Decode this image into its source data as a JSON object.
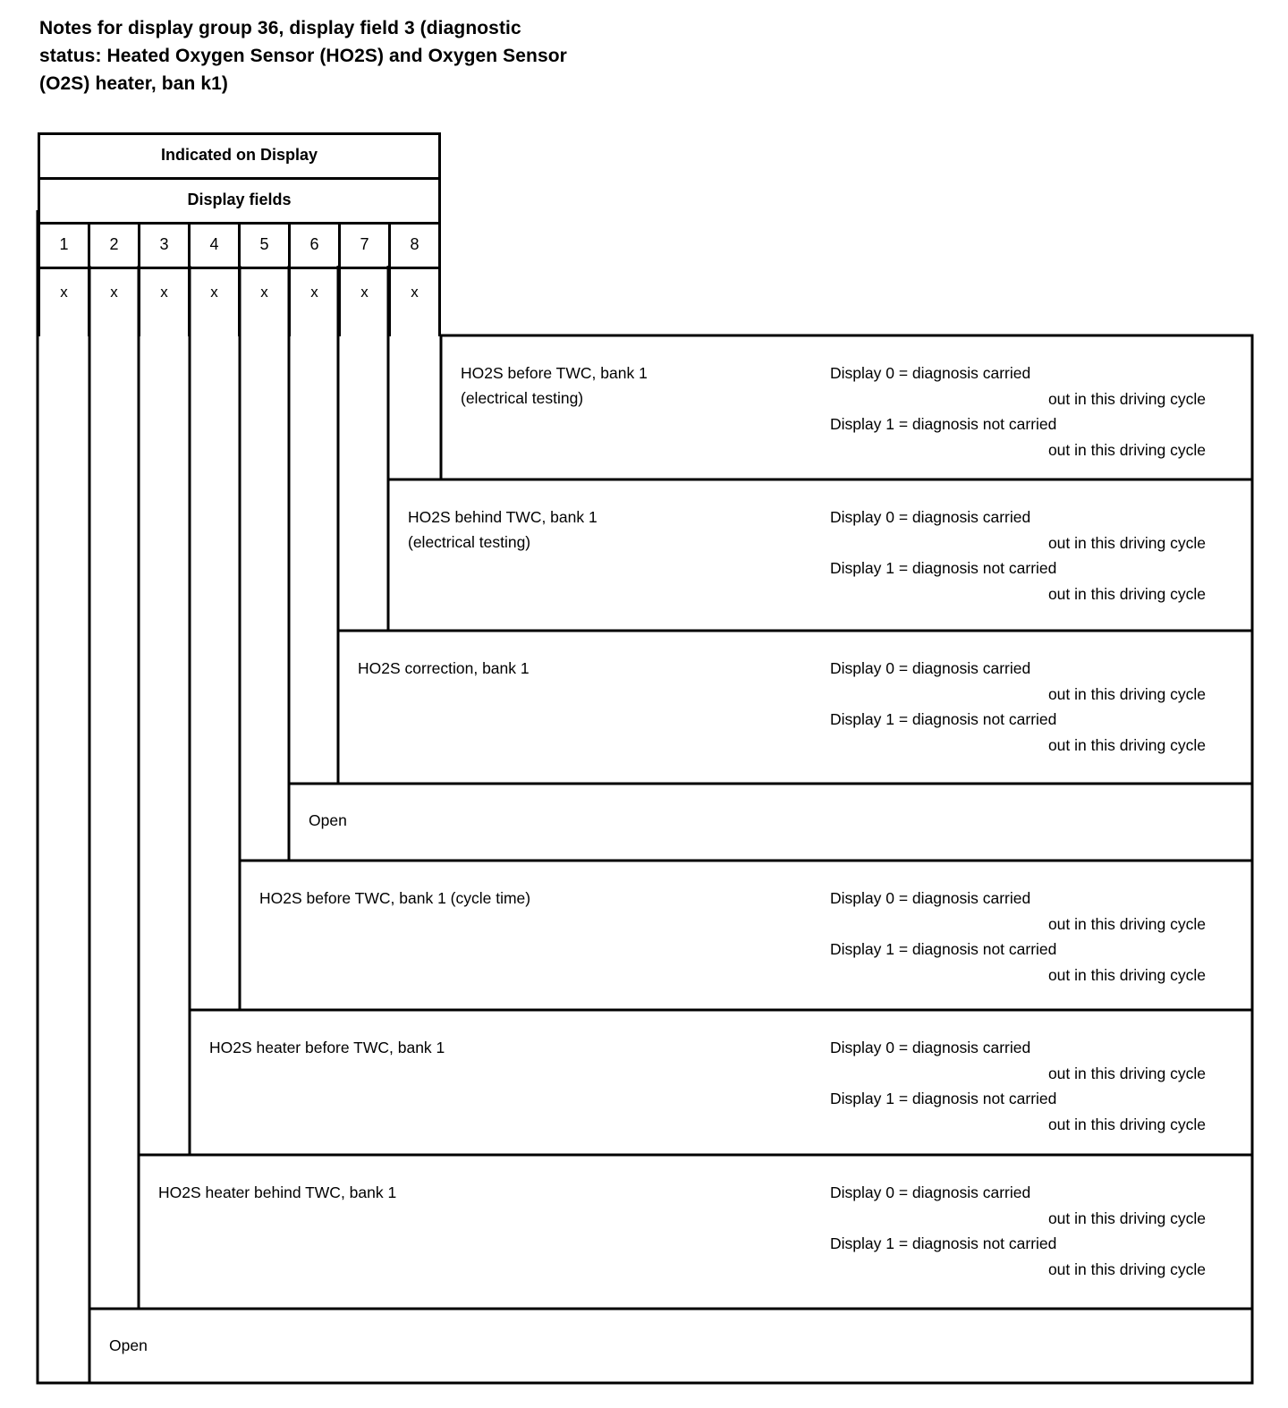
{
  "title": "Notes for display group 36, display field 3 (diagnostic\nstatus: Heated Oxygen Sensor (HO2S) and Oxygen Sensor\n(O2S) heater, ban k1)",
  "table_header": {
    "band1": "Indicated on Display",
    "band2": "Display fields",
    "columns": [
      "1",
      "2",
      "3",
      "4",
      "5",
      "6",
      "7",
      "8"
    ],
    "marks": [
      "x",
      "x",
      "x",
      "x",
      "x",
      "x",
      "x",
      "x"
    ]
  },
  "display_legend": {
    "line0a": "Display 0 = diagnosis carried",
    "line0b": "out in this driving cycle",
    "line1a": "Display 1 = diagnosis not carried",
    "line1b": "out in this driving cycle"
  },
  "rows": [
    {
      "field": "8",
      "label": "HO2S before TWC, bank 1\n(electrical testing)",
      "has_legend": true
    },
    {
      "field": "7",
      "label": "HO2S behind TWC, bank 1\n(electrical testing)",
      "has_legend": true
    },
    {
      "field": "6",
      "label": "HO2S correction, bank 1",
      "has_legend": true
    },
    {
      "field": "5",
      "label": "Open",
      "has_legend": false
    },
    {
      "field": "4",
      "label": "HO2S before TWC, bank 1 (cycle time)",
      "has_legend": true
    },
    {
      "field": "3",
      "label": "HO2S heater before TWC, bank 1",
      "has_legend": true
    },
    {
      "field": "2",
      "label": "HO2S heater behind TWC, bank 1",
      "has_legend": true
    },
    {
      "field": "1",
      "label": "Open",
      "has_legend": false
    }
  ],
  "colors": {
    "line": "#000000",
    "background": "#ffffff"
  }
}
